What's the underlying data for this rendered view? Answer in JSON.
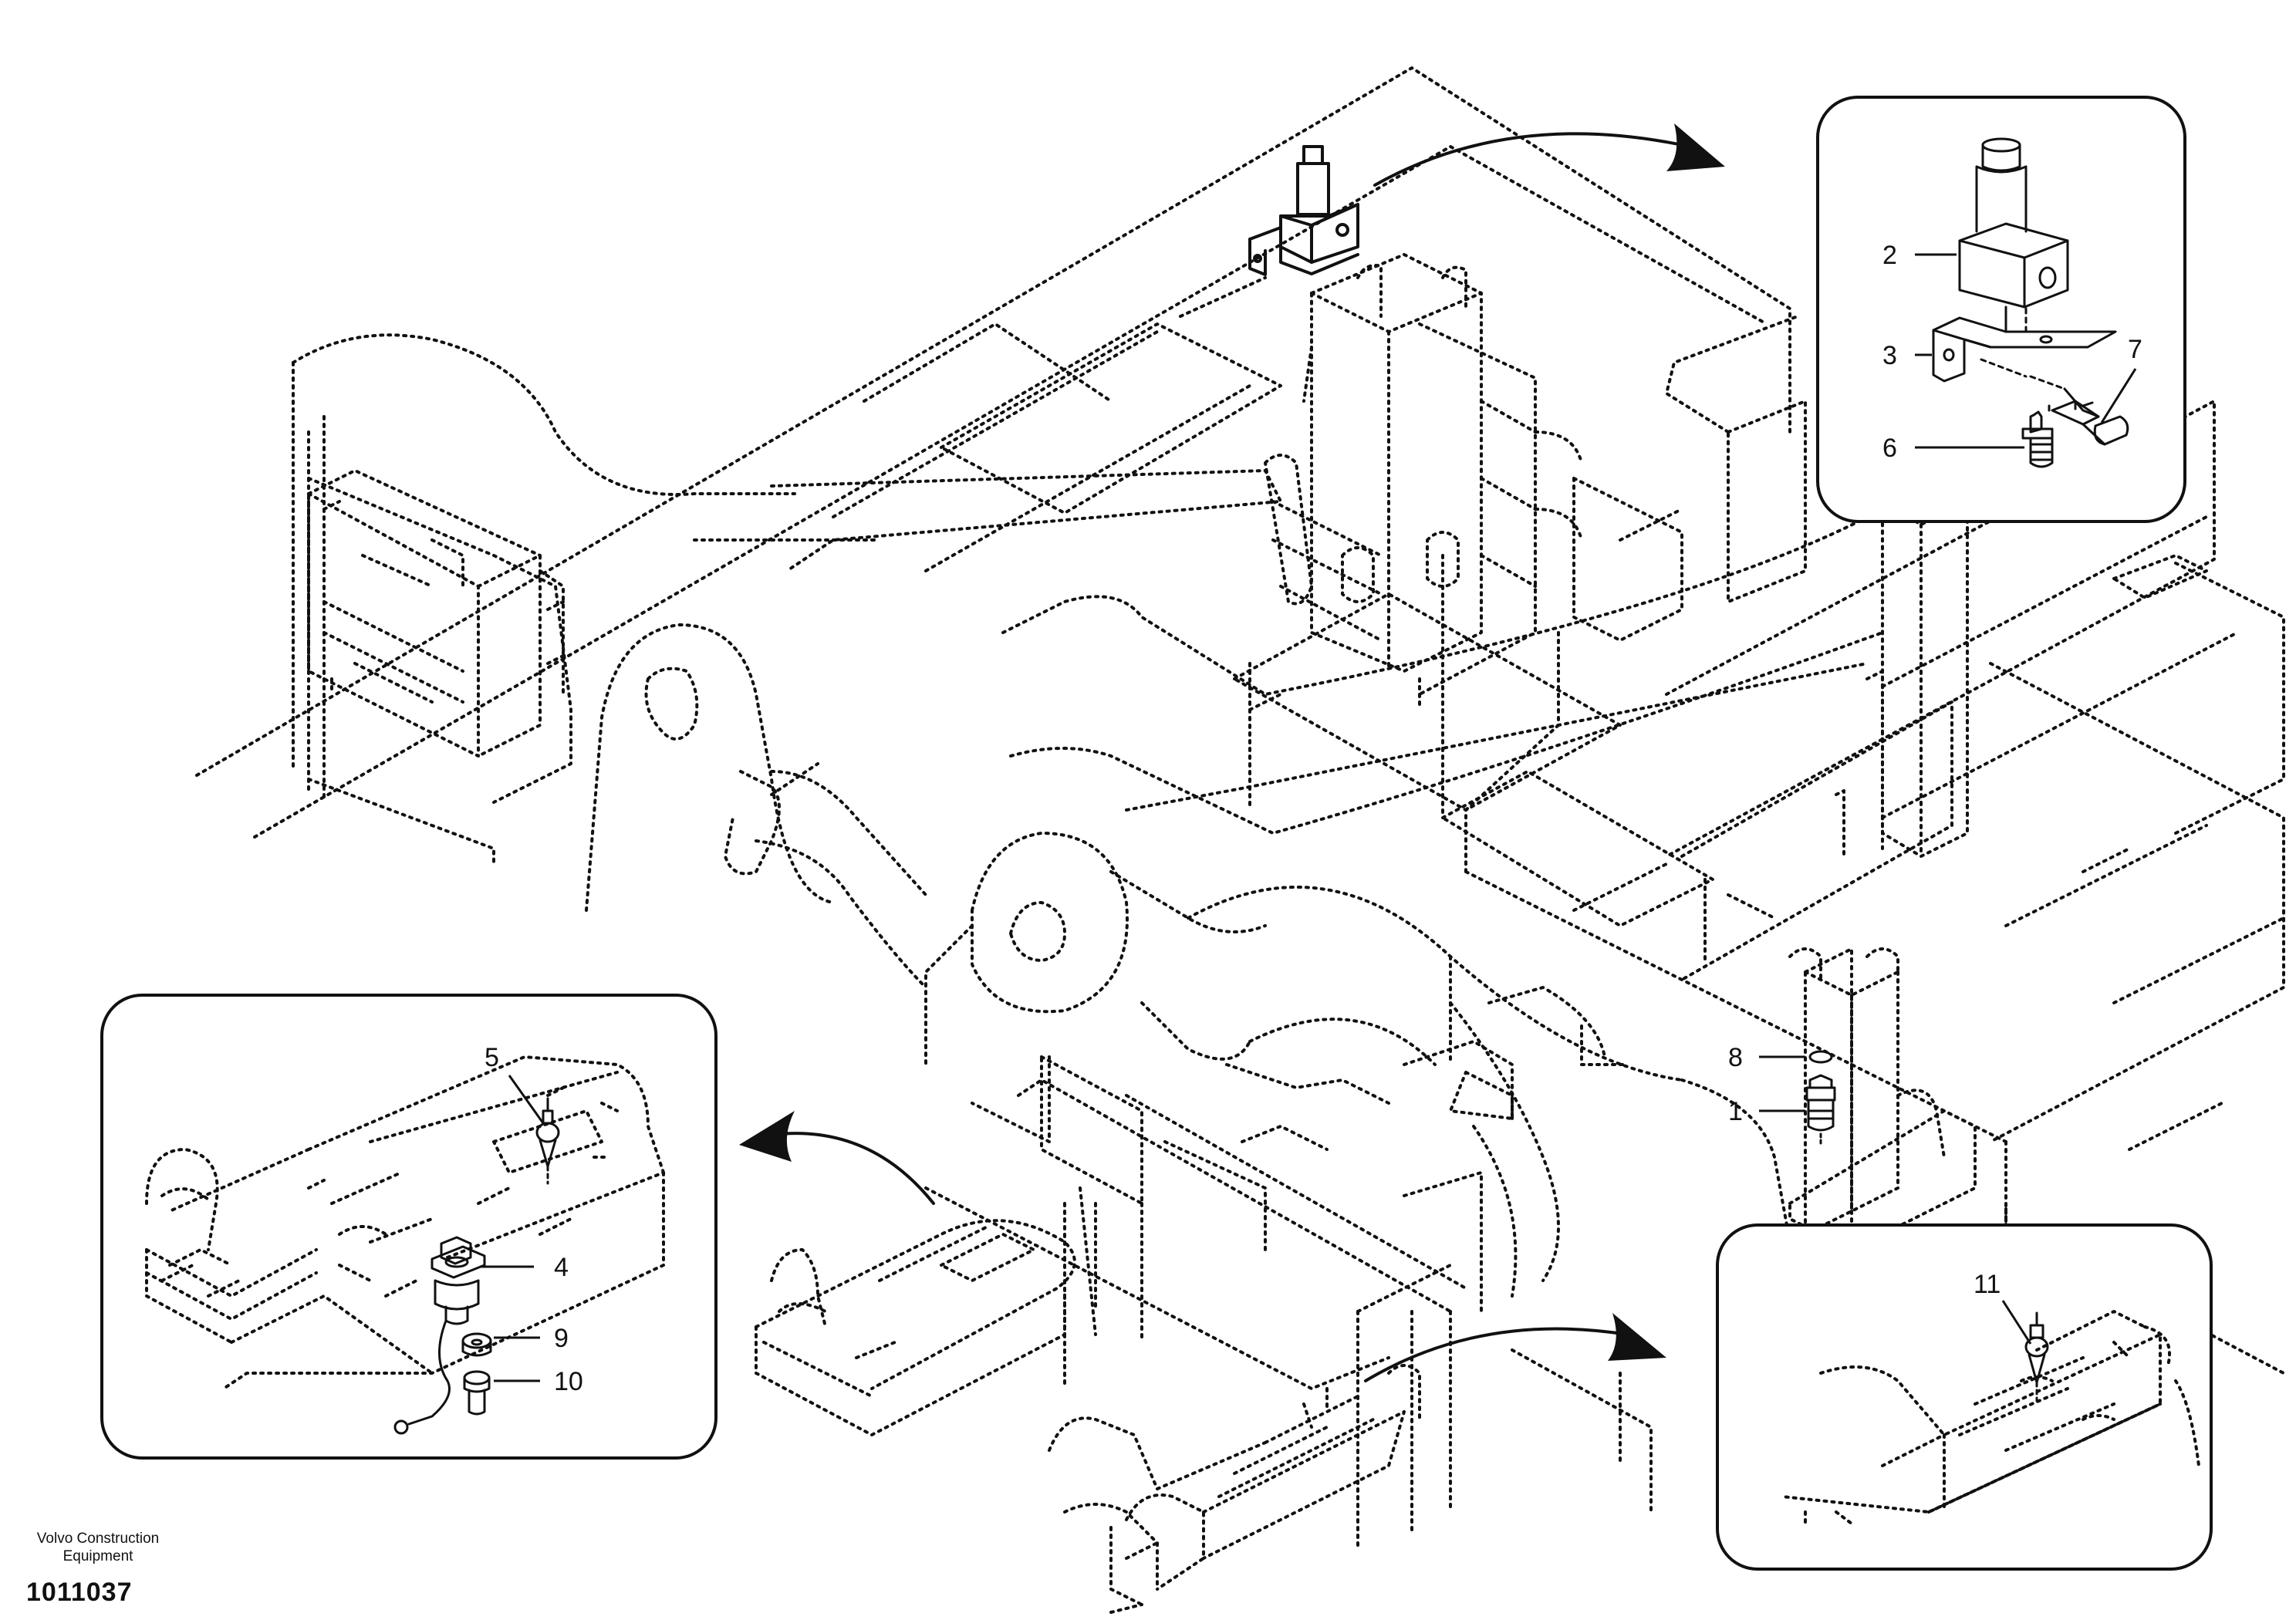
{
  "publisher": {
    "line1": "Volvo Construction",
    "line2": "Equipment"
  },
  "drawing_code": "1011037",
  "callouts": {
    "c1": "1",
    "c2": "2",
    "c3": "3",
    "c4": "4",
    "c5": "5",
    "c6": "6",
    "c7": "7",
    "c8": "8",
    "c9": "9",
    "c10": "10",
    "c11": "11"
  }
}
